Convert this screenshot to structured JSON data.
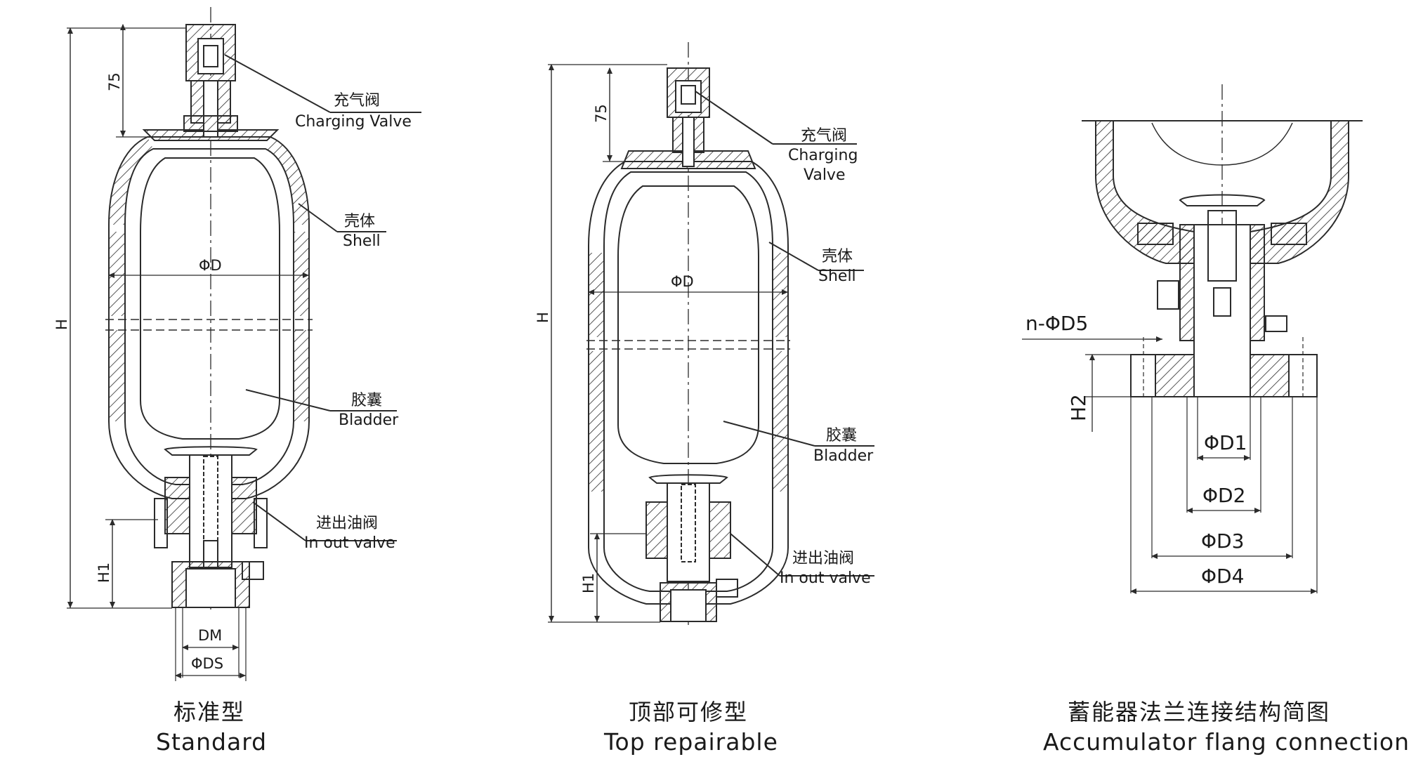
{
  "diagrams": {
    "standard": {
      "caption_zh": "标准型",
      "caption_en": "Standard",
      "charging_valve_zh": "充气阀",
      "charging_valve_en": "Charging Valve",
      "shell_zh": "壳体",
      "shell_en": "Shell",
      "bladder_zh": "胶囊",
      "bladder_en": "Bladder",
      "inout_zh": "进出油阀",
      "inout_en": "In out valve",
      "dim_75": "75",
      "dim_H": "H",
      "dim_H1": "H1",
      "dim_D": "ΦD",
      "dim_DM": "DM",
      "dim_DS": "ΦDS"
    },
    "top_repairable": {
      "caption_zh": "顶部可修型",
      "caption_en": "Top repairable",
      "charging_valve_zh": "充气阀",
      "charging_valve_en_1": "Charging",
      "charging_valve_en_2": "Valve",
      "shell_zh": "壳体",
      "shell_en": "Shell",
      "bladder_zh": "胶囊",
      "bladder_en": "Bladder",
      "inout_zh": "进出油阀",
      "inout_en": "In out valve",
      "dim_75": "75",
      "dim_H": "H",
      "dim_H1": "H1",
      "dim_D": "ΦD"
    },
    "flange": {
      "caption_zh": "蓄能器法兰连接结构简图",
      "caption_en": "Accumulator flang connection",
      "dim_nD5": "n-ΦD5",
      "dim_H2": "H2",
      "dim_D1": "ΦD1",
      "dim_D2": "ΦD2",
      "dim_D3": "ΦD3",
      "dim_D4": "ΦD4"
    }
  },
  "colors": {
    "line": "#2b2b2b",
    "background": "#ffffff"
  }
}
